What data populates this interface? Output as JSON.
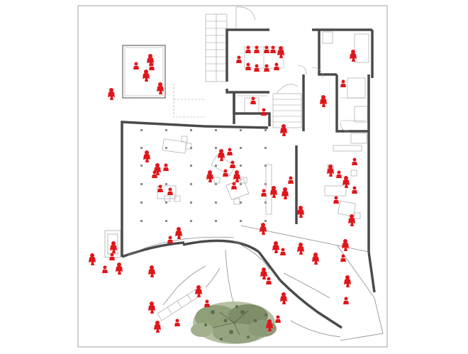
{
  "drawing": {
    "kind": "architectural-floor-plan",
    "style": "black line drawing with red human figures",
    "colors": {
      "background": "#ffffff",
      "wall": "#4a4a4a",
      "line": "#8a8a8a",
      "light_line": "#b5b5b5",
      "figure": "#e0161b",
      "tree_green": "#8fa079",
      "tree_dark": "#5f6d4f"
    },
    "rooms": [
      {
        "id": "pool-courtyard"
      },
      {
        "id": "stair-hall"
      },
      {
        "id": "meeting-room"
      },
      {
        "id": "open-office"
      },
      {
        "id": "east-office"
      },
      {
        "id": "toilets"
      },
      {
        "id": "curved-lobby"
      },
      {
        "id": "garden-terrace"
      }
    ],
    "tree_count": 1
  }
}
